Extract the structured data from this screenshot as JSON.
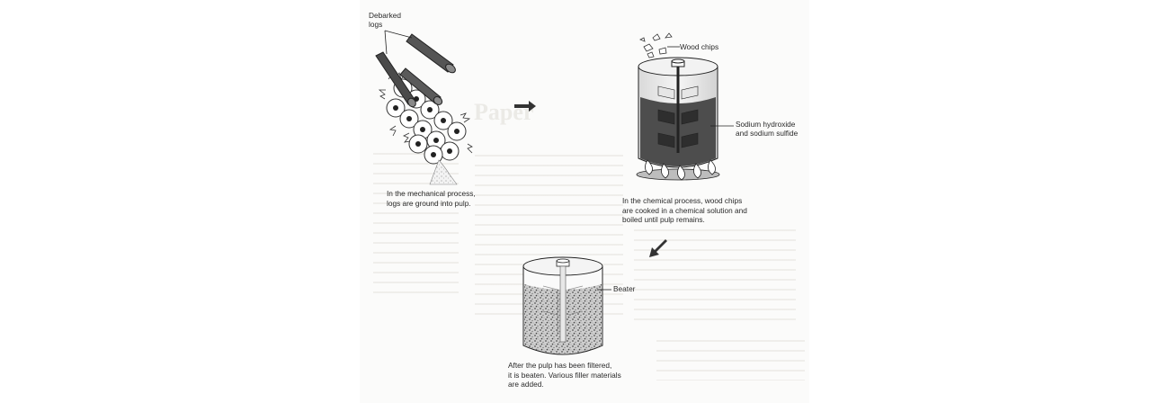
{
  "diagram": {
    "mechanical": {
      "label": "Debarked\nlogs",
      "caption": "In the mechanical process,\nlogs are ground into pulp."
    },
    "chemical": {
      "label_chips": "Wood chips",
      "label_solution": "Sodium hydroxide\nand sodium sulfide",
      "caption": "In the chemical process, wood chips\nare cooked in a chemical solution and\nboiled until pulp remains."
    },
    "beating": {
      "label": "Beater",
      "caption": "After the pulp has been filtered,\nit is beaten. Various filler materials\nare added."
    },
    "background_heading": "Paper"
  }
}
